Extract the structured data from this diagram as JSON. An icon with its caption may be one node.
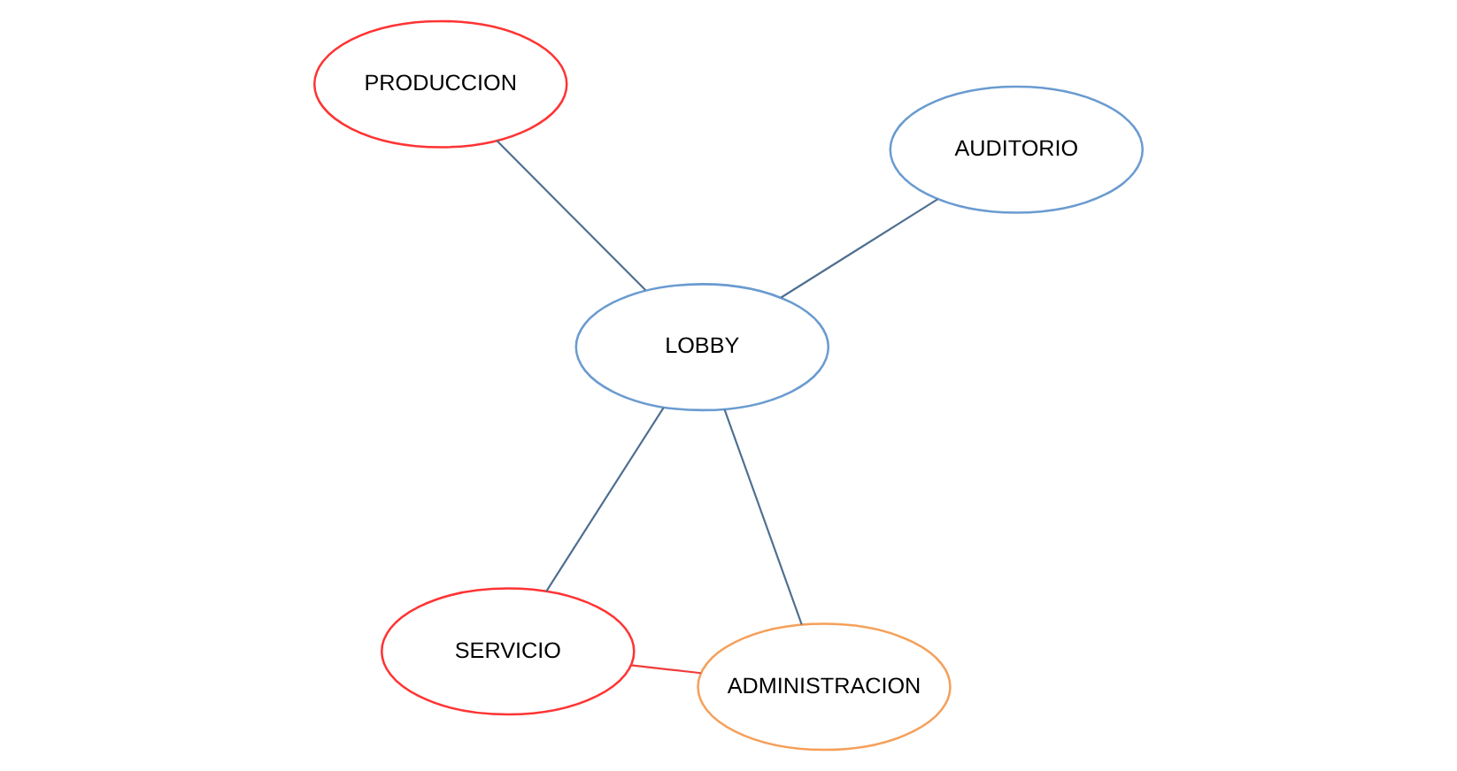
{
  "diagram": {
    "nodes": [
      {
        "text": [
          "SERVICIO"
        ]
      },
      {
        "text": [
          "ADMINISTRACION"
        ]
      },
      {
        "text": [
          "LOBBY"
        ]
      },
      {
        "text": [
          "PRODUCCION"
        ]
      },
      {
        "text": [
          "AUDITORIO"
        ]
      }
    ],
    "edges": [
      {
        "from": 1,
        "to": 0,
        "arrow": "none",
        "color": "#f03c3c"
      },
      {
        "from": 0,
        "to": 2,
        "arrow": "none"
      },
      {
        "from": 1,
        "to": 2,
        "arrow": "none"
      },
      {
        "from": 2,
        "to": 3,
        "arrow": "none"
      },
      {
        "from": 4,
        "to": 2,
        "arrow": "none"
      }
    ]
  }
}
